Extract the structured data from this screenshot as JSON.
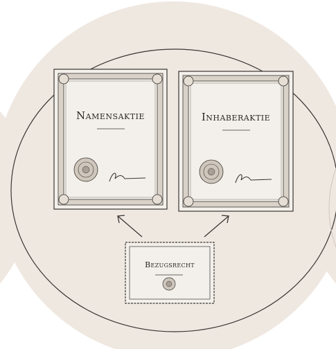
{
  "certificates": [
    {
      "title": "Namensaktie",
      "signature": "Ahn"
    },
    {
      "title": "Inhaberaktie",
      "signature": "Ahn"
    }
  ],
  "subscription": {
    "title": "Bezugsrecht"
  },
  "colors": {
    "background": "#ffffff",
    "disc": "#efe8e1",
    "paper": "#f3efea",
    "ink": "#3a3633",
    "border_fill": "#d9d2c9"
  }
}
